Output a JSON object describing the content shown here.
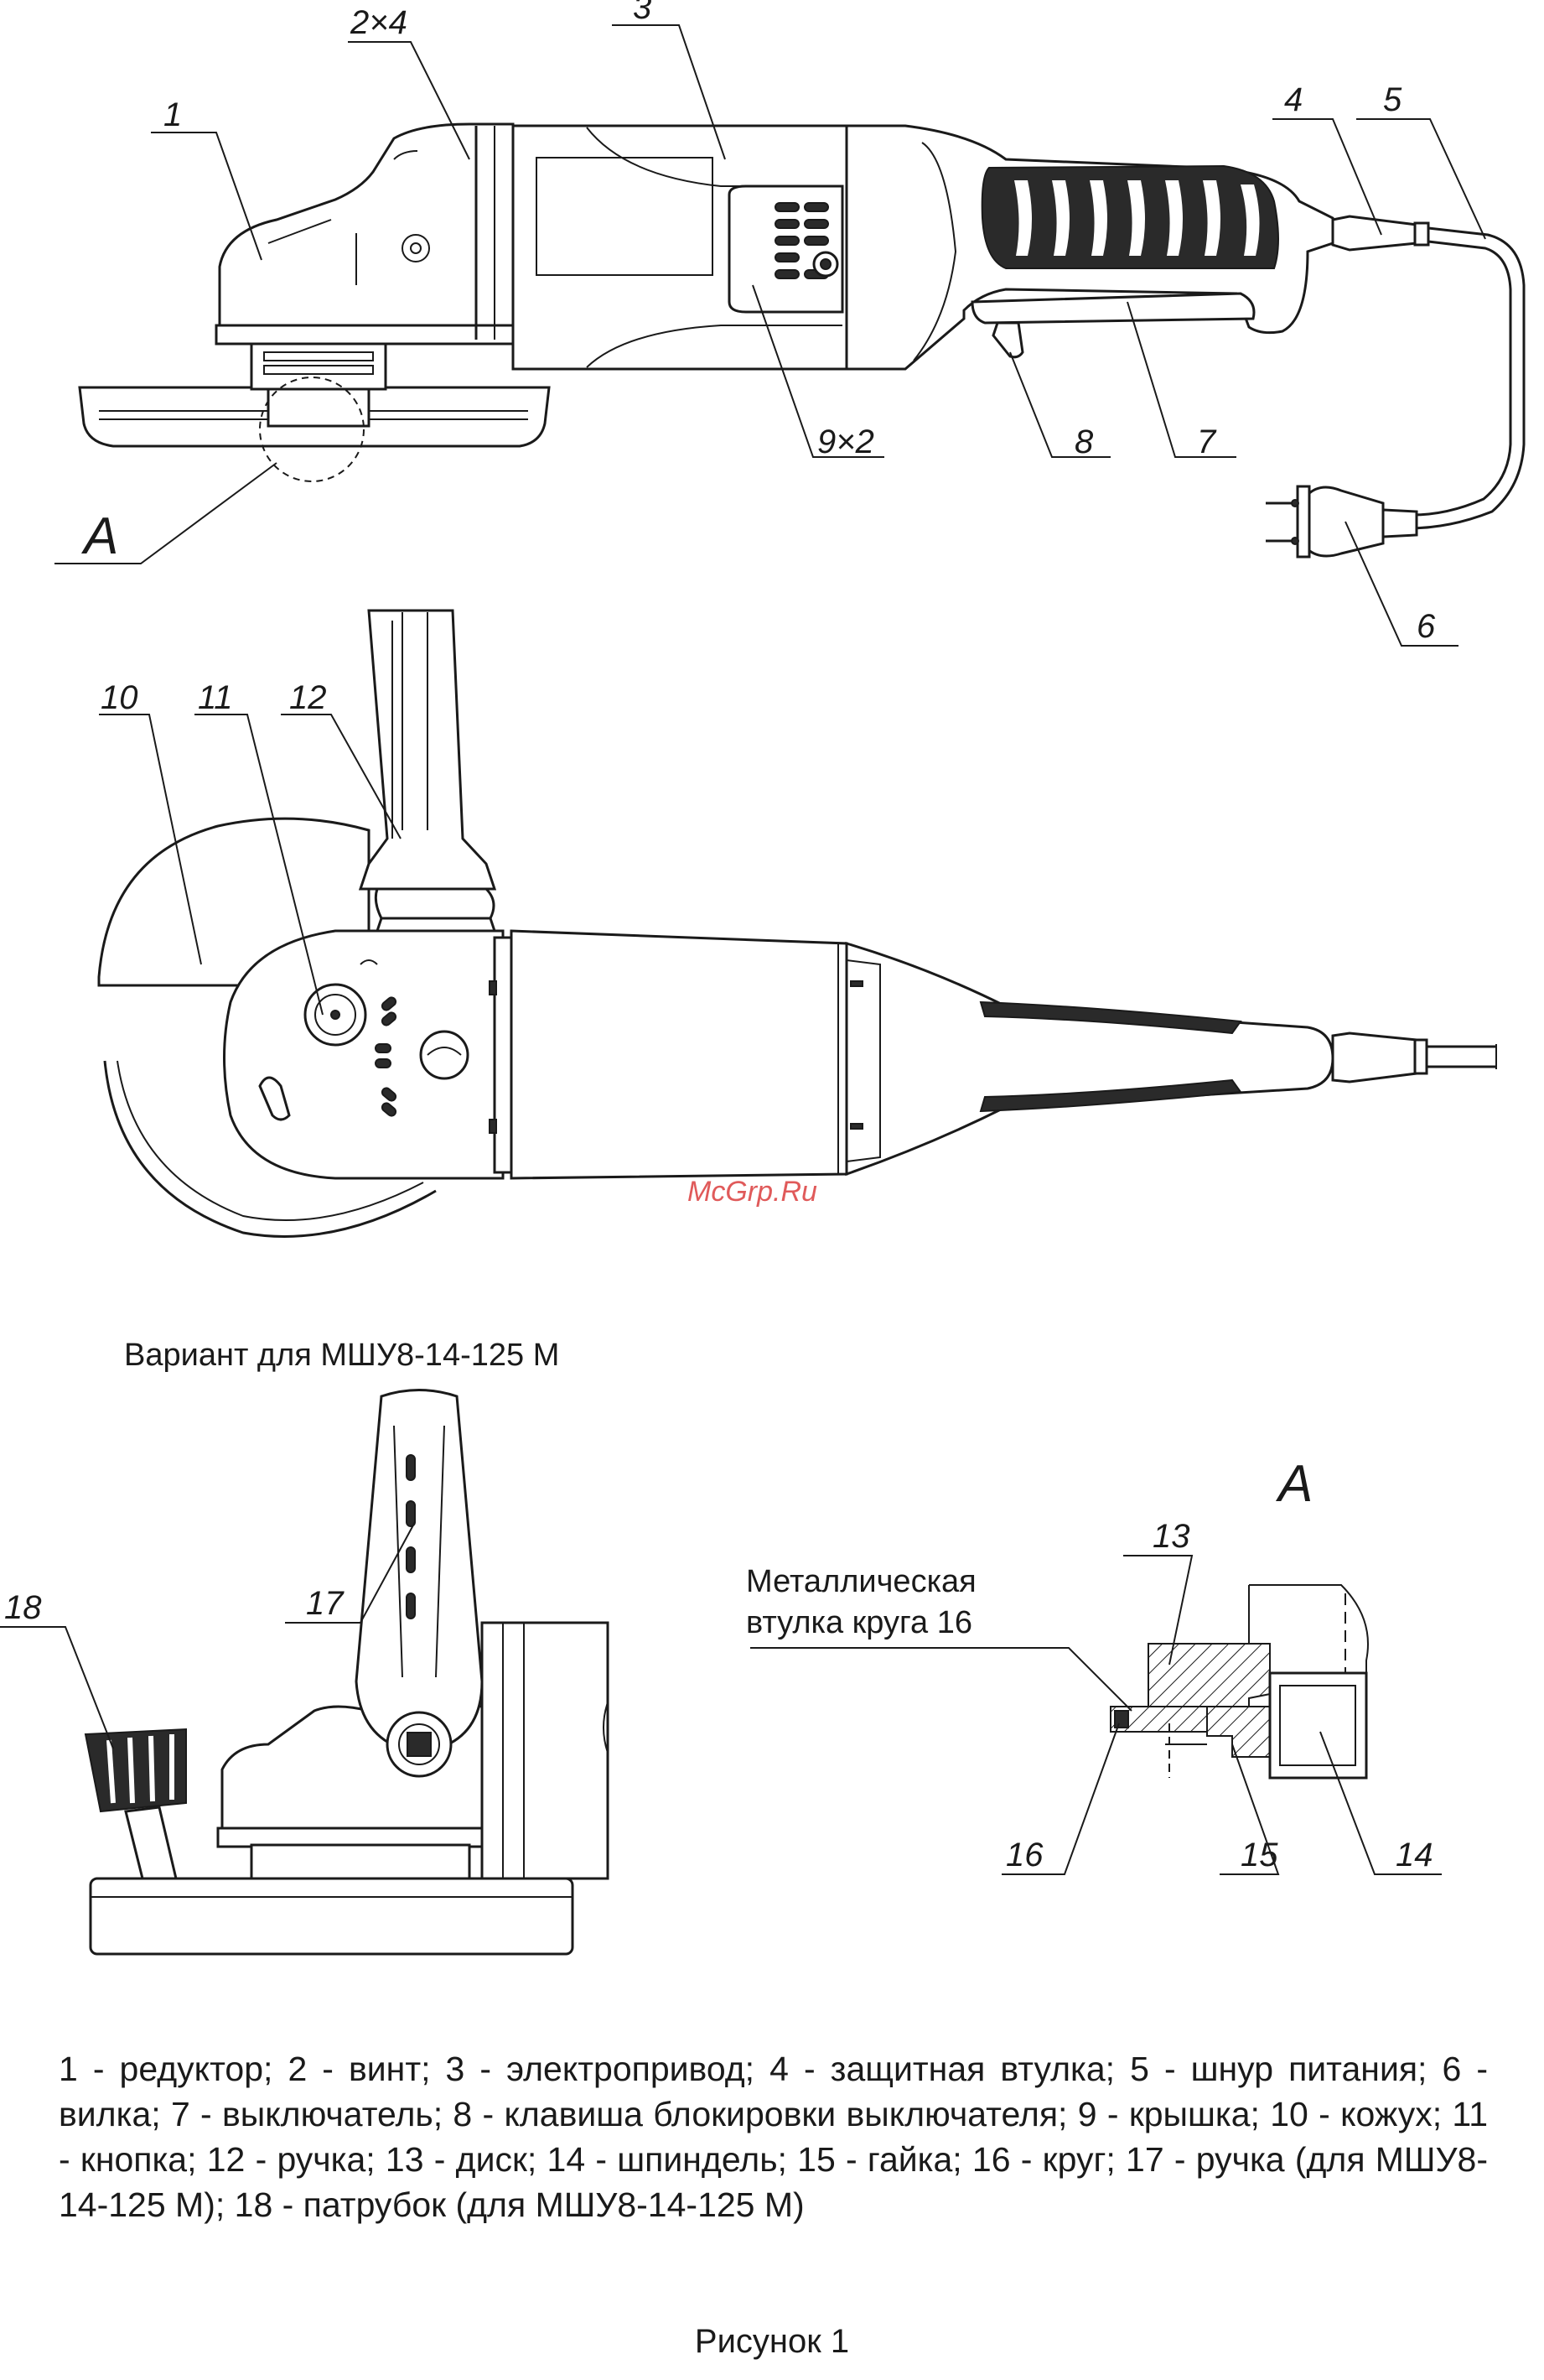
{
  "callouts": {
    "c1": "1",
    "c2x4": "2×4",
    "c3": "3",
    "c4": "4",
    "c5": "5",
    "c6": "6",
    "c7": "7",
    "c8": "8",
    "c9x2": "9×2",
    "cA": "A",
    "c10": "10",
    "c11": "11",
    "c12": "12",
    "c13": "13",
    "c14": "14",
    "c15": "15",
    "c16": "16",
    "c17": "17",
    "c18": "18",
    "cA2": "A"
  },
  "variant_caption": "Вариант для МШУ8-14-125 М",
  "detail_caption_line1": "Металлическая",
  "detail_caption_line2": "втулка круга 16",
  "watermark": "McGrp.Ru",
  "legend": "1 - редуктор; 2 - винт; 3 - электропривод; 4 - защитная втулка; 5 - шнур питания; 6 - вилка; 7 - выключатель; 8 - клавиша блокировки выключателя; 9 - крышка; 10 - кожух; 11 - кнопка; 12 - ручка; 13 - диск; 14 - шпиндель; 15 - гайка; 16 - круг; 17 - ручка (для МШУ8-14-125 М); 18 - патрубок (для МШУ8-14-125 М)",
  "figure_caption": "Рисунок 1"
}
